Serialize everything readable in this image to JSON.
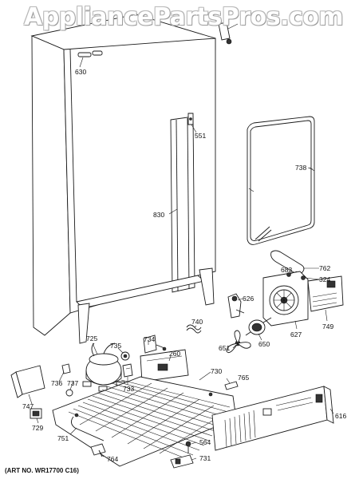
{
  "watermark": "AppliancePartsPros.com",
  "art_number": "(ART NO. WR17700 C16)",
  "callouts": {
    "c630": "630",
    "c551": "551",
    "c830": "830",
    "c738": "738",
    "c762": "762",
    "c683": "683",
    "c324": "324",
    "c626": "626",
    "c740": "740",
    "c627": "627",
    "c749": "749",
    "c651": "651",
    "c650": "650",
    "c725": "725",
    "c735": "735",
    "c734": "734",
    "c260": "260",
    "c736": "736",
    "c737": "737",
    "c733": "733",
    "c730": "730",
    "c765": "765",
    "c747": "747",
    "c616": "616",
    "c729": "729",
    "c751": "751",
    "c564": "564",
    "c764": "764",
    "c731": "731"
  }
}
